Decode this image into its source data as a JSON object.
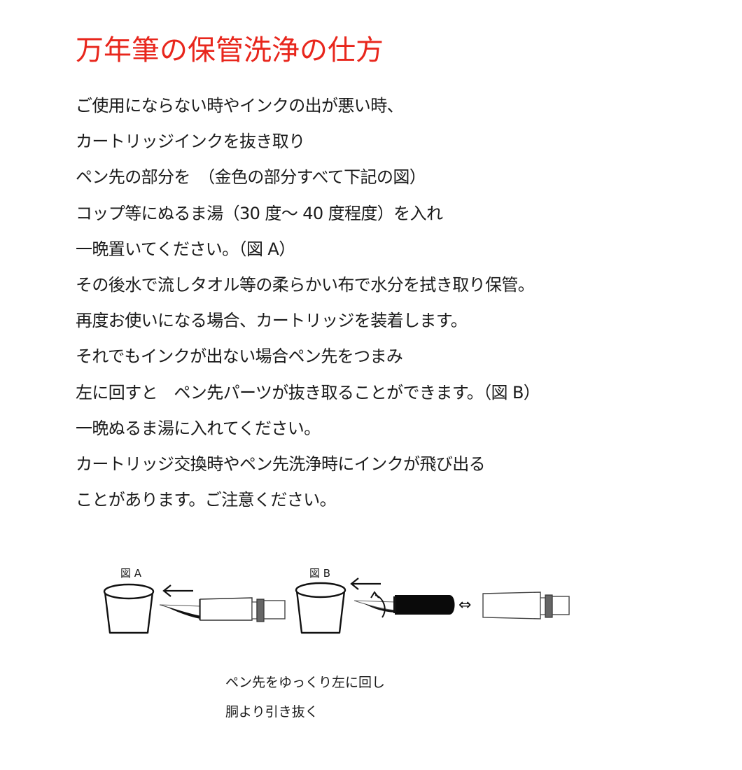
{
  "document": {
    "title": "万年筆の保管洗浄の仕方",
    "title_color": "#e8261c",
    "text_color": "#1a1a1a",
    "body_lines": [
      "ご使用にならない時やインクの出が悪い時、",
      "カートリッジインクを抜き取り",
      "ペン先の部分を　（金色の部分すべて下記の図）",
      "コップ等にぬるま湯（30 度～ 40 度程度）を入れ",
      "一晩置いてください。（図 A）",
      "その後水で流しタオル等の柔らかい布で水分を拭き取り保管。",
      "再度お使いになる場合、カートリッジを装着します。",
      "それでもインクが出ない場合ペン先をつまみ",
      "左に回すと　ペン先パーツが抜き取ることができます。（図 B）",
      "一晩ぬるま湯に入れてください。",
      "カートリッジ交換時やペン先洗浄時にインクが飛び出る",
      "ことがあります。ご注意ください。"
    ]
  },
  "figures": {
    "figure_a": {
      "label": "図 A",
      "icons": [
        "cup-icon",
        "arrow-left-icon",
        "pen-nib-section-icon"
      ]
    },
    "figure_b": {
      "label": "図 B",
      "icons": [
        "cup-icon",
        "arrow-left-icon",
        "rotate-arrow-icon",
        "pen-nib-section-dark-icon",
        "swap-arrow-icon",
        "pen-grip-section-icon"
      ],
      "swap_symbol": "⇔"
    },
    "caption_lines": [
      "ペン先をゆっくり左に回し",
      "胴より引き抜く"
    ]
  }
}
